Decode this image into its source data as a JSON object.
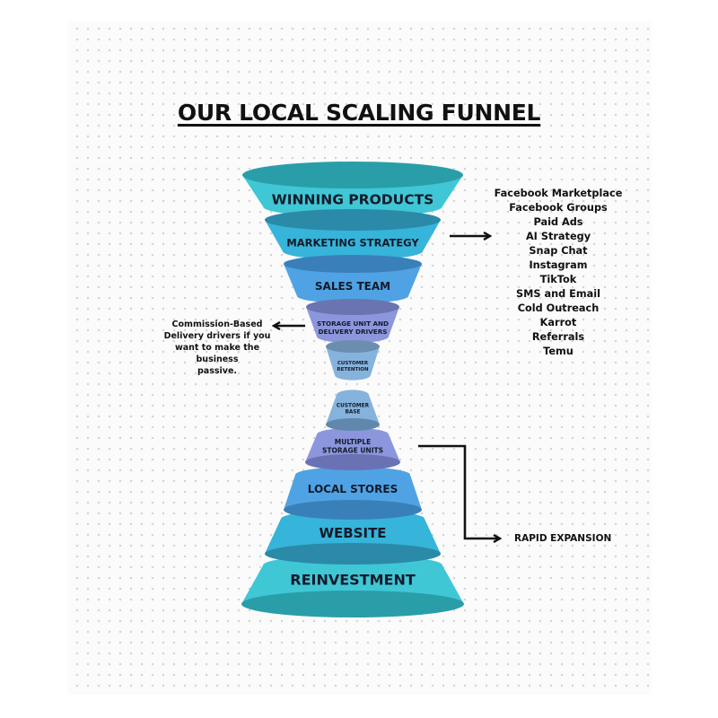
{
  "title": "OUR LOCAL SCALING FUNNEL",
  "funnel_top": [
    {
      "label": "WINNING PRODUCTS",
      "color": "#3fc7d6",
      "top_color": "#2a9ea8"
    },
    {
      "label": "MARKETING STRATEGY",
      "color": "#36b4da",
      "top_color": "#2a8aa8"
    },
    {
      "label": "SALES TEAM",
      "color": "#4fa3e4",
      "top_color": "#3a80b8"
    },
    {
      "label_lines": [
        "STORAGE UNIT AND",
        "DELIVERY DRIVERS"
      ],
      "color": "#8c96dc",
      "top_color": "#6a74b0"
    },
    {
      "label_lines": [
        "CUSTOMER",
        "RETENTION"
      ],
      "color": "#86b3dc",
      "top_color": "#6a8db0"
    }
  ],
  "funnel_bottom": [
    {
      "label_lines": [
        "CUSTOMER",
        "BASE"
      ],
      "color": "#86b3dc",
      "bottom_color": "#5f88ac"
    },
    {
      "label_lines": [
        "MULTIPLE",
        "STORAGE UNITS"
      ],
      "color": "#8c96dc",
      "bottom_color": "#6a72b4"
    },
    {
      "label": "LOCAL STORES",
      "color": "#4fa3e4",
      "bottom_color": "#3a80b8"
    },
    {
      "label": "WEBSITE",
      "color": "#36b4da",
      "bottom_color": "#2a8aa8"
    },
    {
      "label": "REINVESTMENT",
      "color": "#3fc7d6",
      "bottom_color": "#2a9ea8"
    }
  ],
  "marketing_channels": [
    "Facebook Marketplace",
    "Facebook Groups",
    "Paid Ads",
    "AI Strategy",
    "Snap Chat",
    "Instagram",
    "TikTok",
    "SMS and Email",
    "Cold Outreach",
    "Karrot",
    "Referrals",
    "Temu"
  ],
  "delivery_note": [
    "Commission-Based",
    "Delivery drivers if you",
    "want to make the business",
    "passive."
  ],
  "expansion_label": "RAPID EXPANSION"
}
